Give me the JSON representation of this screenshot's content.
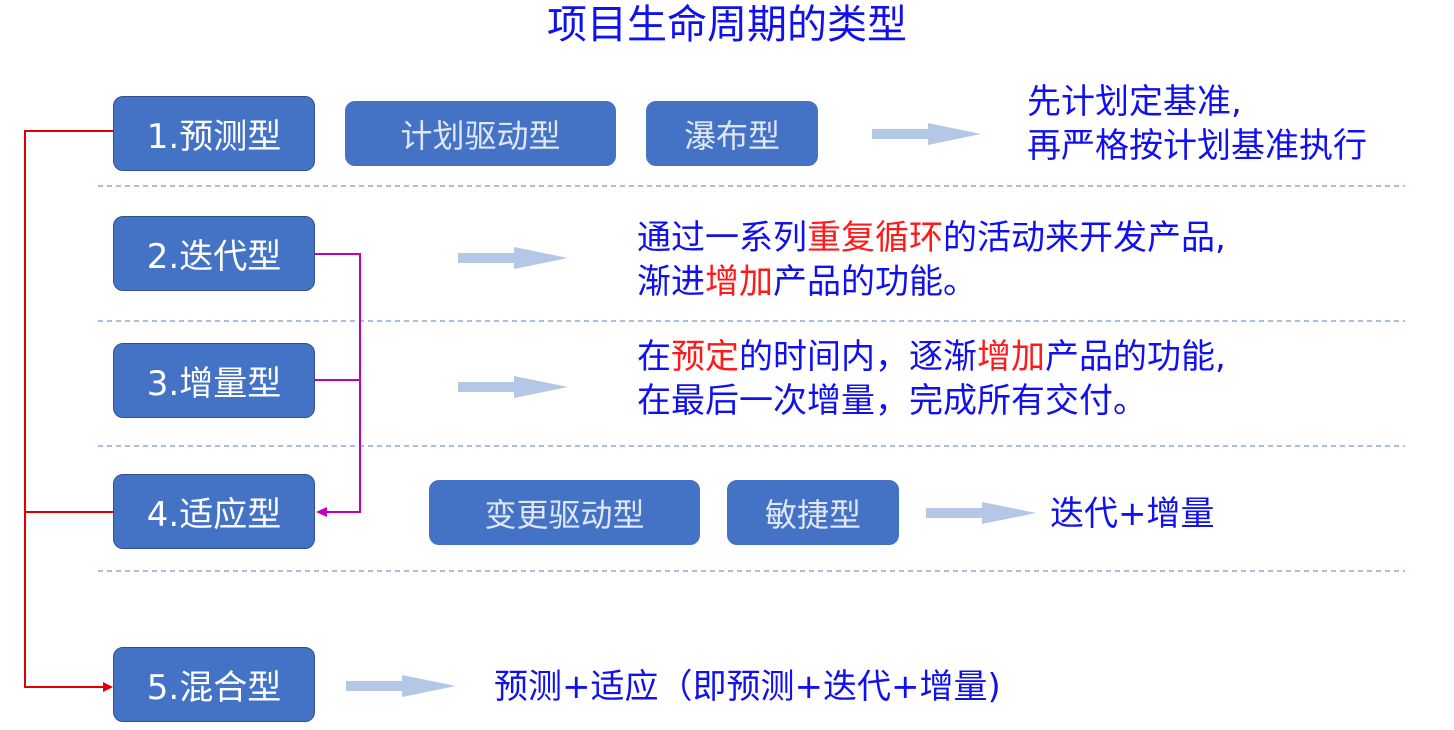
{
  "title": "项目生命周期的类型",
  "colors": {
    "box_fill": "#4472c4",
    "box_border": "#2f528f",
    "text_blue": "#1111ee",
    "text_red": "#ff1a1a",
    "red_connector": "#e00000",
    "purple_connector": "#c000c0",
    "arrow": "#b4c7e7",
    "separator": "#8faadc"
  },
  "types": [
    {
      "label": "1.预测型"
    },
    {
      "label": "2.迭代型"
    },
    {
      "label": "3.增量型"
    },
    {
      "label": "4.适应型"
    },
    {
      "label": "5.混合型"
    }
  ],
  "predictive": {
    "tag1": "计划驱动型",
    "tag2": "瀑布型",
    "desc_line1": "先计划定基准,",
    "desc_line2": "再严格按计划基准执行"
  },
  "iterative": {
    "l1_a": "通过一系列",
    "l1_red": "重复循环",
    "l1_b": "的活动来开发产品,",
    "l2_a": "渐进",
    "l2_red": "增加",
    "l2_b": "产品的功能。"
  },
  "incremental": {
    "l1_a": "在",
    "l1_red1": "预定",
    "l1_b": "的时间内，逐渐",
    "l1_red2": "增加",
    "l1_c": "产品的功能,",
    "l2": "在最后一次增量，完成所有交付。"
  },
  "adaptive": {
    "tag1": "变更驱动型",
    "tag2": "敏捷型",
    "desc": "迭代+增量"
  },
  "hybrid": {
    "desc": "预测+适应（即预测+迭代+增量)"
  }
}
